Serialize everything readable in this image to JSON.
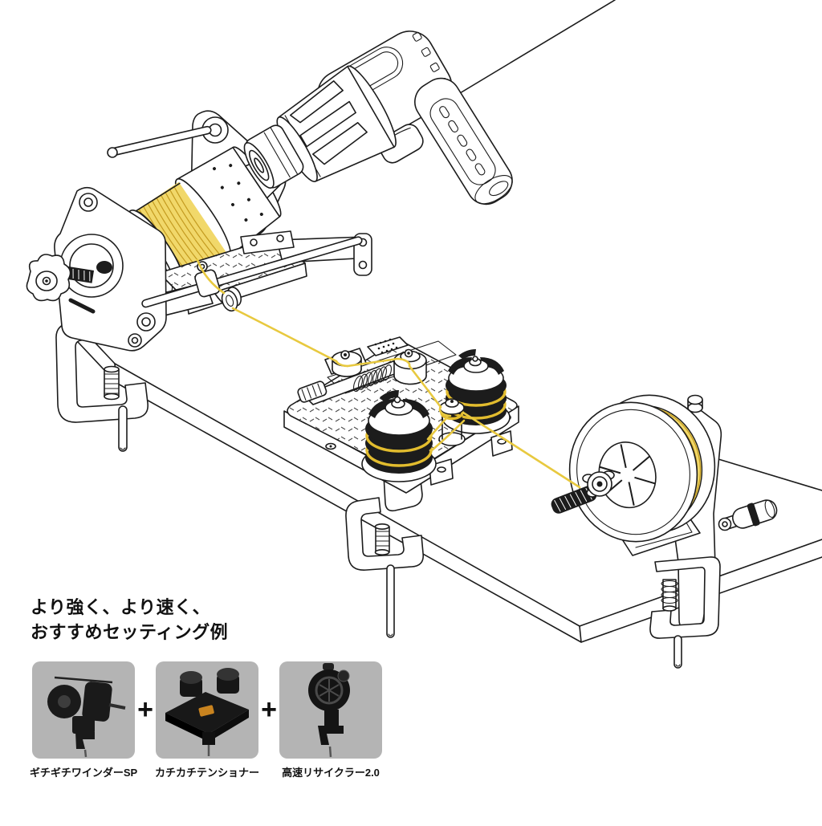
{
  "illustration": {
    "scene": "Line-winding setup clamped to a table: an electric drill drives a line winder, the line runs through a tensioner unit to a spool mounted on a recycler stand",
    "devices": [
      "power-drill",
      "line-winder",
      "line-tensioner",
      "spool-recycler",
      "table",
      "fishing-line"
    ],
    "line_color": "#e8c93f"
  },
  "heading": {
    "line1": "より強く、より速く、",
    "line2": "おすすめセッティング例"
  },
  "recommended_setup": {
    "separator": "+",
    "products": [
      {
        "label": "ギチギチワインダーSP"
      },
      {
        "label": "カチカチテンショナー"
      },
      {
        "label": "高速リサイクラー2.0"
      }
    ]
  },
  "colors": {
    "background": "#ffffff",
    "ink": "#1c1c1c",
    "line_yellow": "#e8c93f",
    "line_yellow_fill": "#f1d86a",
    "line_yellow_shade": "#c49b20",
    "thumbnail_bg": "#b4b4b4",
    "product_black": "#1a1a1a",
    "sticker_orange": "#c8831f"
  }
}
